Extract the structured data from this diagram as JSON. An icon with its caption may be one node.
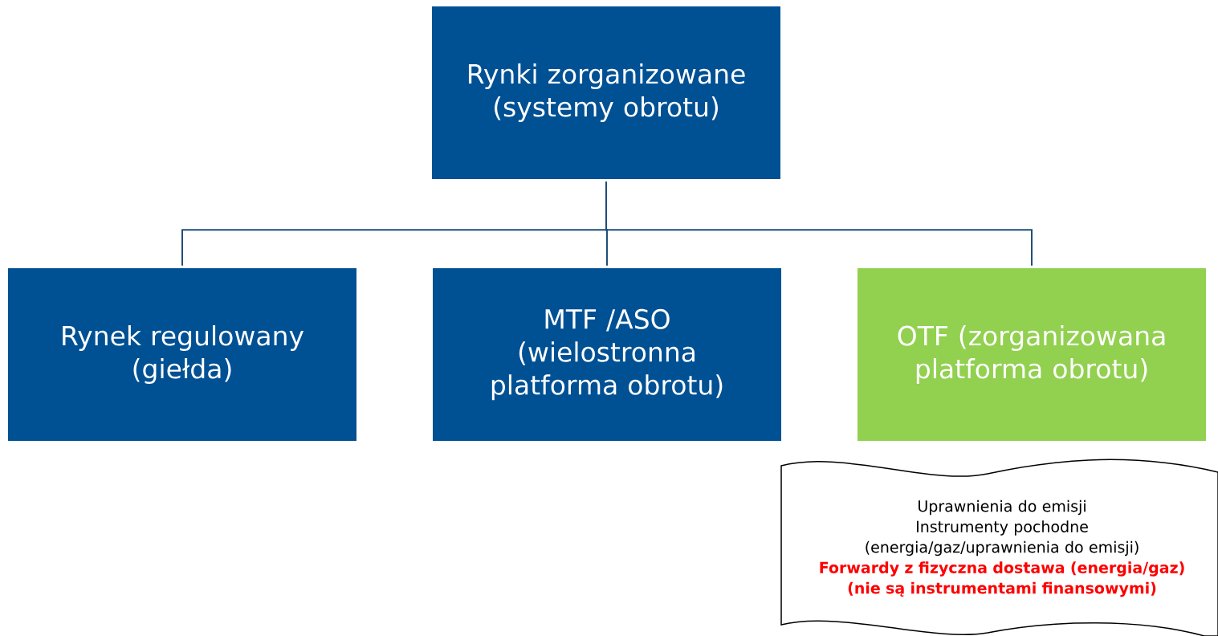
{
  "diagram": {
    "nodes": [
      {
        "text": [
          "Rynki zorganizowane (systemy obrotu)"
        ]
      },
      {
        "text": [
          "Rynek regulowany (giełda)"
        ]
      },
      {
        "text": [
          "MTF /ASO (wielostronna platforma obrotu)"
        ]
      },
      {
        "text": [
          "OTF (zorganizowana platforma obrotu)"
        ]
      },
      {
        "text": [
          "Uprawnienia do emisji",
          "Instrumenty pochodne (energia/gaz/uprawnienia do emisji)",
          "Forwardy z fizyczna dostawa (energia/gaz)",
          "(nie są instrumentami finansowymi)"
        ]
      }
    ],
    "edges": [
      {
        "from": 0,
        "to": 1,
        "arrow": "none"
      },
      {
        "from": 0,
        "to": 2,
        "arrow": "none"
      },
      {
        "from": 0,
        "to": 3,
        "arrow": "none"
      }
    ]
  }
}
